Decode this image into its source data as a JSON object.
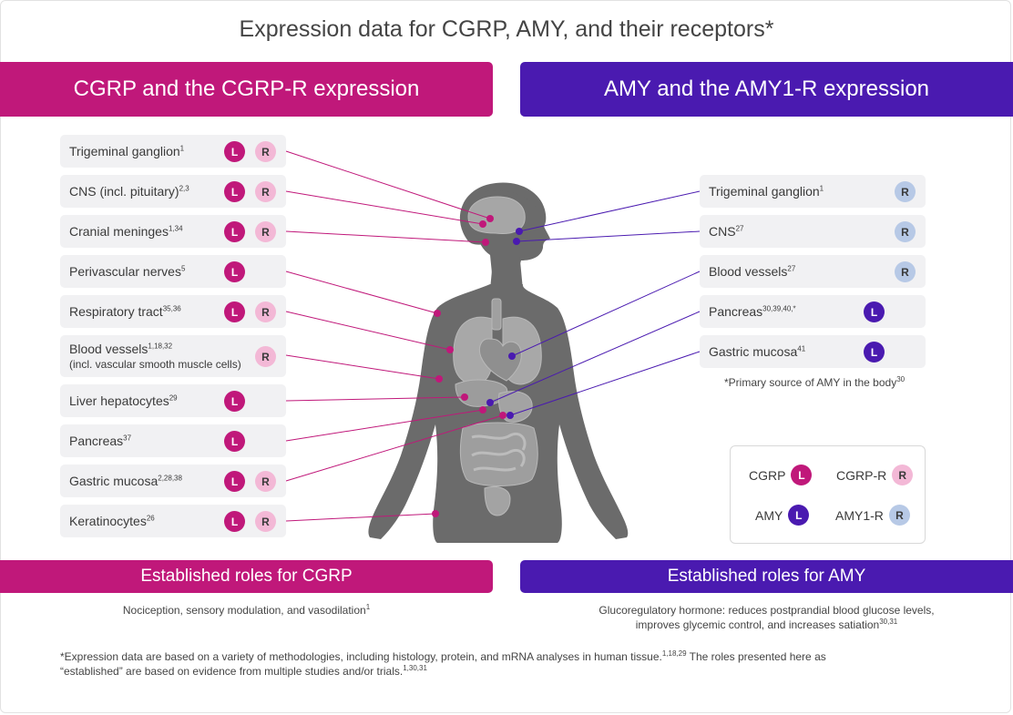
{
  "title": "Expression data for CGRP, AMY, and their receptors*",
  "left_header": "CGRP and the CGRP-R expression",
  "right_header": "AMY and the AMY1-R expression",
  "left_items": [
    {
      "label": "Trigeminal ganglion",
      "ref": "1",
      "L": "L",
      "R": "R"
    },
    {
      "label": "CNS (incl. pituitary)",
      "ref": "2,3",
      "L": "L",
      "R": "R"
    },
    {
      "label": "Cranial meninges",
      "ref": "1,34",
      "L": "L",
      "R": "R"
    },
    {
      "label": "Perivascular nerves",
      "ref": "5",
      "L": "L"
    },
    {
      "label": "Respiratory tract",
      "ref": "35,36",
      "L": "L",
      "R": "R"
    },
    {
      "label": "Blood vessels",
      "ref": "1,18,32",
      "sub": "(incl. vascular smooth muscle cells)",
      "R": "R"
    },
    {
      "label": "Liver hepatocytes",
      "ref": "29",
      "L": "L"
    },
    {
      "label": "Pancreas",
      "ref": "37",
      "L": "L"
    },
    {
      "label": "Gastric mucosa",
      "ref": "2,28,38",
      "L": "L",
      "R": "R"
    },
    {
      "label": "Keratinocytes",
      "ref": "26",
      "L": "L",
      "R": "R"
    }
  ],
  "right_items": [
    {
      "label": "Trigeminal ganglion",
      "ref": "1",
      "R": "R"
    },
    {
      "label": "CNS",
      "ref": "27",
      "R": "R"
    },
    {
      "label": "Blood vessels",
      "ref": "27",
      "R": "R"
    },
    {
      "label": "Pancreas",
      "ref": "30,39,40,*",
      "L": "L"
    },
    {
      "label": "Gastric mucosa",
      "ref": "41",
      "L": "L"
    }
  ],
  "amy_note": {
    "text": "*Primary source of AMY in the body",
    "ref": "30"
  },
  "legend": {
    "cgrp": "CGRP",
    "cgrp_r": "CGRP-R",
    "amy": "AMY",
    "amy1_r": "AMY1-R",
    "L": "L",
    "R": "R"
  },
  "roles_left": {
    "title": "Established roles for CGRP",
    "text": "Nociception, sensory modulation, and vasodilation",
    "ref": "1"
  },
  "roles_right": {
    "title": "Established roles for AMY",
    "line1": "Glucoregulatory hormone: reduces postprandial blood glucose levels,",
    "line2": "improves glycemic control, and increases satiation",
    "ref": "30,31"
  },
  "footnote": {
    "part1": "*Expression data are based on a variety of methodologies, including histology, protein, and mRNA analyses in human tissue.",
    "ref1": "1,18,29",
    "part2": " The roles presented here as",
    "part3": "“established” are based on evidence from multiple studies and/or trials.",
    "ref2": "1,30,31"
  },
  "colors": {
    "cgrp": "#c0187a",
    "amy": "#4a1ab0",
    "cgrp_r": "#f3b8d6",
    "amy1_r": "#b7c9e6",
    "silhouette": "#6b6b6b",
    "organ": "#9a9a9a"
  }
}
